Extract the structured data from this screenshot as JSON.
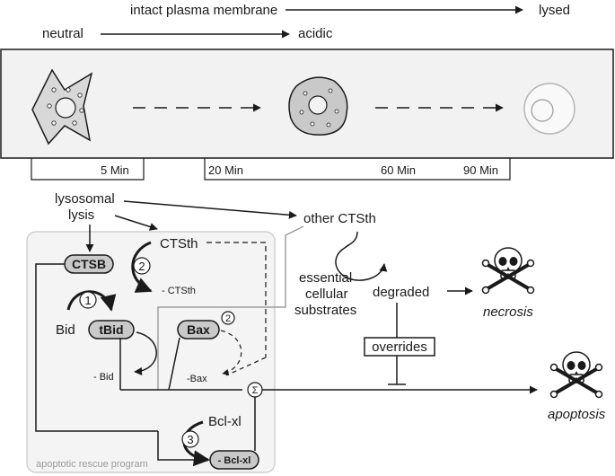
{
  "top": {
    "membrane_start": "intact plasma membrane",
    "membrane_end": "lysed",
    "ph_start": "neutral",
    "ph_end": "acidic"
  },
  "timeline": {
    "t5": "5 Min",
    "t20": "20 Min",
    "t60": "60 Min",
    "t90": "90 Min"
  },
  "pathway": {
    "lysosomal_lysis": "lysosomal\nlysis",
    "ctsth": "CTSth",
    "ctsb": "CTSB",
    "minus_ctsth": "- CTSth",
    "bid": "Bid",
    "tbid": "tBid",
    "bax": "Bax",
    "minus_bid": "- Bid",
    "minus_bax": "-Bax",
    "bclxl": "Bcl-xl",
    "minus_bclxl": "- Bcl-xl",
    "sigma": "Σ",
    "step1": "1",
    "step2": "2",
    "step2b": "2",
    "step3": "3",
    "rescue_program": "apoptotic rescue program"
  },
  "necrosis_branch": {
    "other_ctsth": "other CTSth",
    "essential": "essential\ncellular\nsubstrates",
    "degraded": "degraded",
    "overrides": "overrides",
    "necrosis": "necrosis",
    "apoptosis": "apoptosis"
  },
  "icons": [
    "skull-crossbones-icon"
  ],
  "colors": {
    "box_fill": "#f2f2f2",
    "node_fill": "#c9c9c9",
    "cell_fill": "#d8d8d8",
    "panel_fill": "#f4f4f4"
  }
}
